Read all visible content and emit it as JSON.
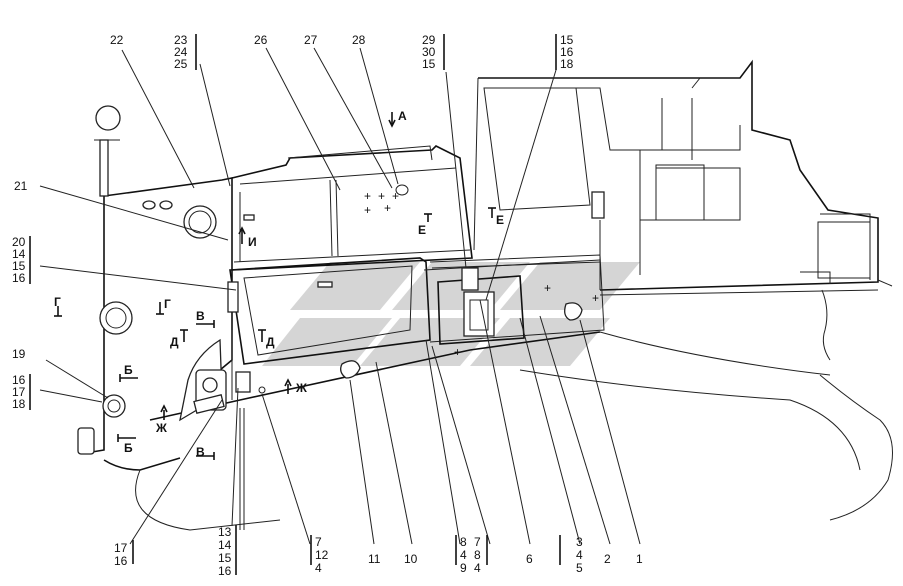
{
  "callouts": {
    "n1": "1",
    "n2": "2",
    "n3a": "3",
    "n3b": "4",
    "n3c": "5",
    "n6": "6",
    "n7a": "7",
    "n7b": "8",
    "n7c": "4",
    "n8a": "8",
    "n8b": "4",
    "n8c": "9",
    "n10": "10",
    "n11": "11",
    "n7d": "7",
    "n7e": "12",
    "n7f": "4",
    "n13a": "13",
    "n13b": "14",
    "n13c": "15",
    "n13d": "16",
    "n17a": "17",
    "n17b": "16",
    "n16a": "16",
    "n16b": "17",
    "n16c": "18",
    "n19": "19",
    "n20a": "20",
    "n20b": "14",
    "n20c": "15",
    "n20d": "16",
    "n21": "21",
    "n22": "22",
    "n23a": "23",
    "n23b": "24",
    "n23c": "25",
    "n26": "26",
    "n27": "27",
    "n28": "28",
    "n29a": "29",
    "n29b": "30",
    "n29c": "15",
    "n15a": "15",
    "n15b": "16",
    "n15c": "18"
  },
  "view_markers": {
    "A": "A",
    "B1": "Б",
    "B2": "Б",
    "V1": "В",
    "V2": "В",
    "G1": "Г",
    "G2": "Г",
    "D1": "Д",
    "D2": "Д",
    "E1": "Е",
    "E2": "Е",
    "ZH1": "Ж",
    "ZH2": "Ж",
    "I": "И"
  }
}
